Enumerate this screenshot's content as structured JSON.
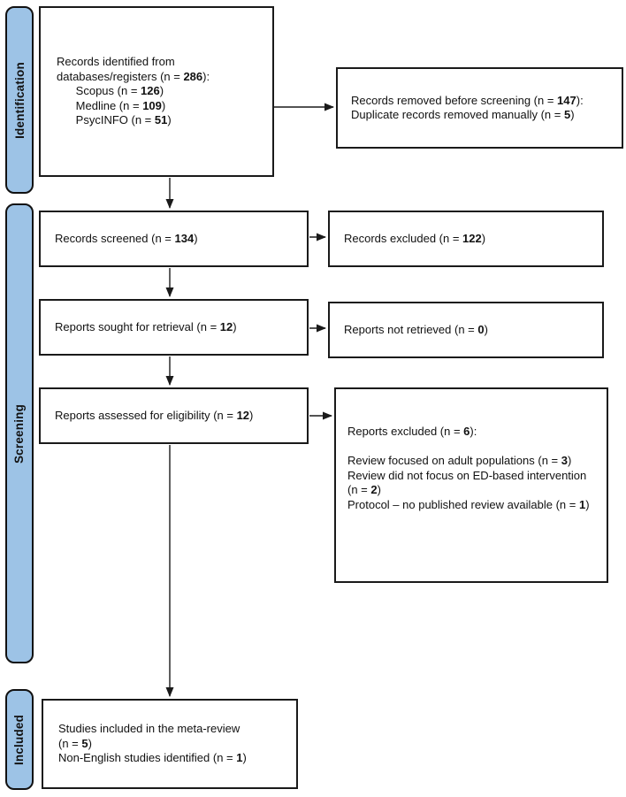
{
  "stages": {
    "identification": "Identification",
    "screening": "Screening",
    "included": "Included"
  },
  "boxes": {
    "identified": {
      "lines": [
        [
          {
            "t": "Records identified from",
            "b": false
          }
        ],
        [
          {
            "t": "databases/registers (n = ",
            "b": false
          },
          {
            "t": "286",
            "b": true
          },
          {
            "t": "):",
            "b": false
          }
        ],
        [
          {
            "t": "      Scopus (n = ",
            "b": false
          },
          {
            "t": "126",
            "b": true
          },
          {
            "t": ")",
            "b": false
          }
        ],
        [
          {
            "t": "      Medline (n = ",
            "b": false
          },
          {
            "t": "109",
            "b": true
          },
          {
            "t": ")",
            "b": false
          }
        ],
        [
          {
            "t": "      PsycINFO (n = ",
            "b": false
          },
          {
            "t": "51",
            "b": true
          },
          {
            "t": ")",
            "b": false
          }
        ]
      ]
    },
    "removed": {
      "lines": [
        [
          {
            "t": "Records removed before screening (n = ",
            "b": false
          },
          {
            "t": "147",
            "b": true
          },
          {
            "t": "):",
            "b": false
          }
        ],
        [
          {
            "t": "Duplicate records removed manually (n = ",
            "b": false
          },
          {
            "t": "5",
            "b": true
          },
          {
            "t": ")",
            "b": false
          }
        ]
      ]
    },
    "screened": {
      "lines": [
        [
          {
            "t": "Records screened (n = ",
            "b": false
          },
          {
            "t": "134",
            "b": true
          },
          {
            "t": ")",
            "b": false
          }
        ]
      ]
    },
    "records_excluded": {
      "lines": [
        [
          {
            "t": "Records excluded (n = ",
            "b": false
          },
          {
            "t": "122",
            "b": true
          },
          {
            "t": ")",
            "b": false
          }
        ]
      ]
    },
    "sought": {
      "lines": [
        [
          {
            "t": "Reports sought for retrieval (n = ",
            "b": false
          },
          {
            "t": "12",
            "b": true
          },
          {
            "t": ")",
            "b": false
          }
        ]
      ]
    },
    "not_retrieved": {
      "lines": [
        [
          {
            "t": "Reports not retrieved (n = ",
            "b": false
          },
          {
            "t": "0",
            "b": true
          },
          {
            "t": ")",
            "b": false
          }
        ]
      ]
    },
    "assessed": {
      "lines": [
        [
          {
            "t": "Reports assessed for eligibility (n = ",
            "b": false
          },
          {
            "t": "12",
            "b": true
          },
          {
            "t": ")",
            "b": false
          }
        ]
      ]
    },
    "reports_excluded": {
      "lines": [
        [
          {
            "t": "Reports excluded (n = ",
            "b": false
          },
          {
            "t": "6",
            "b": true
          },
          {
            "t": "):",
            "b": false
          }
        ],
        [],
        [
          {
            "t": "Review focused on adult populations (n = ",
            "b": false
          },
          {
            "t": "3",
            "b": true
          },
          {
            "t": ")",
            "b": false
          }
        ],
        [
          {
            "t": "Review did not focus on ED-based intervention (n = ",
            "b": false
          },
          {
            "t": "2",
            "b": true
          },
          {
            "t": ")",
            "b": false
          }
        ],
        [
          {
            "t": "Protocol – no published review available (n = ",
            "b": false
          },
          {
            "t": "1",
            "b": true
          },
          {
            "t": ")",
            "b": false
          }
        ]
      ]
    },
    "included_studies": {
      "lines": [
        [
          {
            "t": "Studies included in the meta-review",
            "b": false
          }
        ],
        [
          {
            "t": "(n = ",
            "b": false
          },
          {
            "t": "5",
            "b": true
          },
          {
            "t": ")",
            "b": false
          }
        ],
        [
          {
            "t": "Non-English studies identified (n = ",
            "b": false
          },
          {
            "t": "1",
            "b": true
          },
          {
            "t": ")",
            "b": false
          }
        ]
      ]
    }
  },
  "colors": {
    "stage_fill": "#9DC3E6",
    "box_border": "#1a1a1a"
  }
}
